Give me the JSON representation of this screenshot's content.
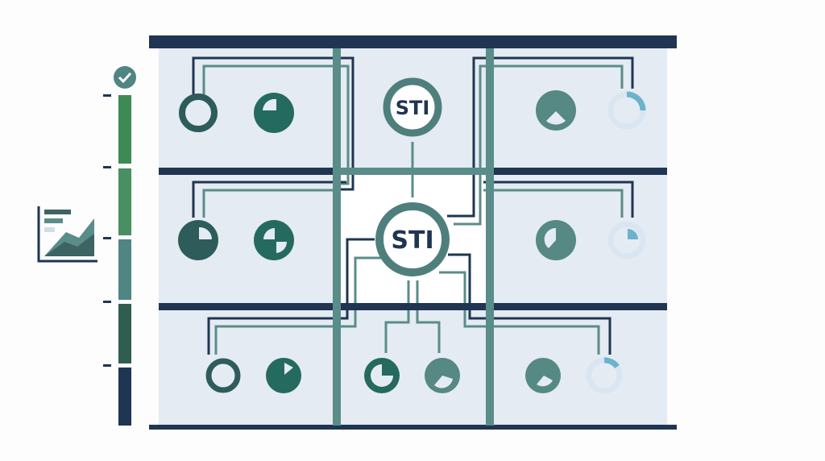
{
  "diagram": {
    "center_node_top": {
      "label": "STI"
    },
    "center_node_main": {
      "label": "STI"
    }
  },
  "colors": {
    "navy": "#1f3552",
    "teal": "#5a8c89",
    "dark_teal": "#2e5c5a",
    "green": "#3d8a55",
    "panel": "#e4ebf3",
    "light_blue": "#6bb3cc"
  },
  "legend": {
    "icons": [
      "check-circle-icon",
      "area-chart-icon"
    ],
    "segments": 5
  }
}
